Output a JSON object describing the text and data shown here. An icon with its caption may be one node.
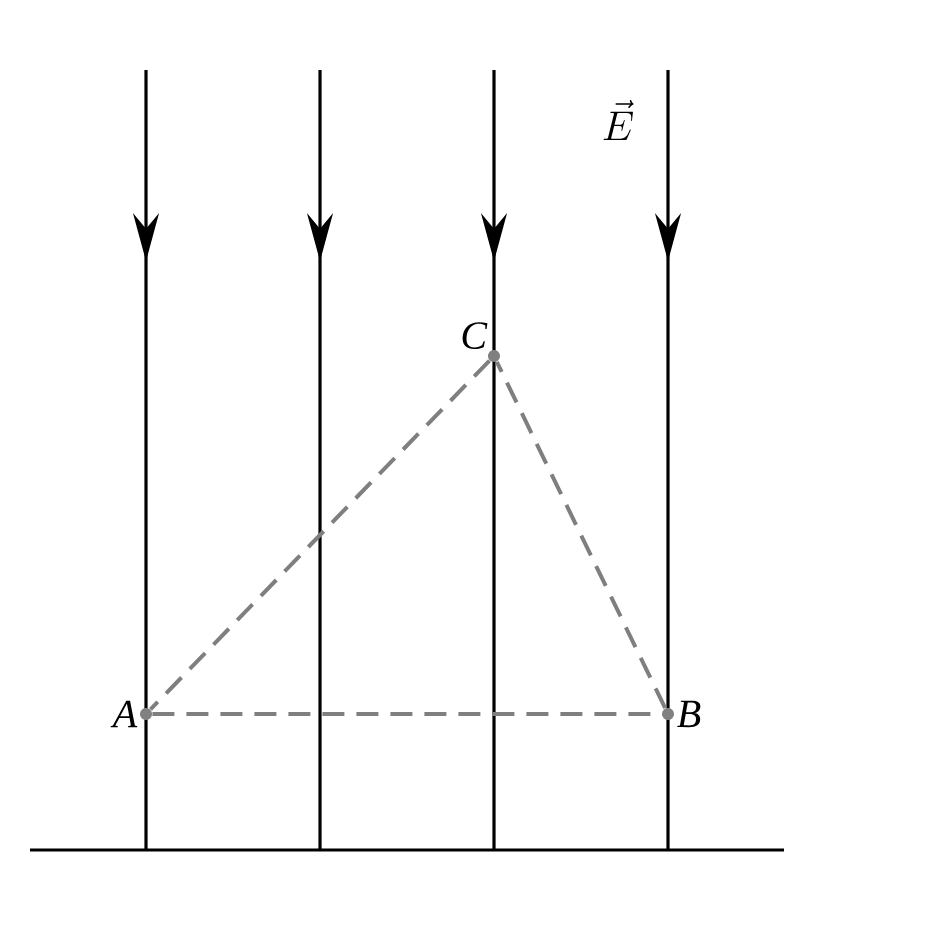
{
  "diagram": {
    "nodes": [
      {
        "text": [
          "A"
        ]
      },
      {
        "text": [
          "B"
        ]
      },
      {
        "text": [
          "C"
        ]
      }
    ],
    "edges": [
      {
        "from": 0,
        "to": 1,
        "arrow": "none",
        "style": "dashed",
        "color": "#7f7f7f"
      },
      {
        "from": 1,
        "to": 2,
        "arrow": "none",
        "style": "dashed",
        "color": "#7f7f7f"
      },
      {
        "from": 2,
        "to": 0,
        "arrow": "none",
        "style": "dashed",
        "color": "#7f7f7f"
      }
    ],
    "labels": [
      "\\vec{E}"
    ]
  }
}
